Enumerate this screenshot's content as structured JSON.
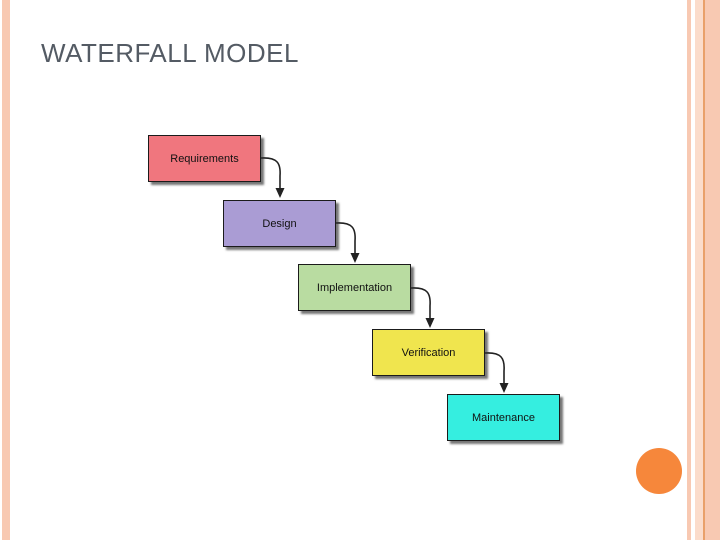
{
  "slide": {
    "title": "WATERFALL MODEL"
  },
  "theme": {
    "background": "#FFFFFF",
    "title_color": "#545B64",
    "left_stripe_color": "#F8C9B2",
    "right_stripe_color": "#F8C9B2",
    "right_stripe_light_color": "#FBDCCB",
    "right_stripe_accent_color": "#E9A06A",
    "circle_color": "#F6873B"
  },
  "diagram": {
    "type": "waterfall-flow",
    "connector_color": "#222222",
    "stages": [
      {
        "label": "Requirements",
        "color": "#F0767E"
      },
      {
        "label": "Design",
        "color": "#AA9CD4"
      },
      {
        "label": "Implementation",
        "color": "#B9DCA1"
      },
      {
        "label": "Verification",
        "color": "#F0E54E"
      },
      {
        "label": "Maintenance",
        "color": "#35EEE0"
      }
    ]
  }
}
